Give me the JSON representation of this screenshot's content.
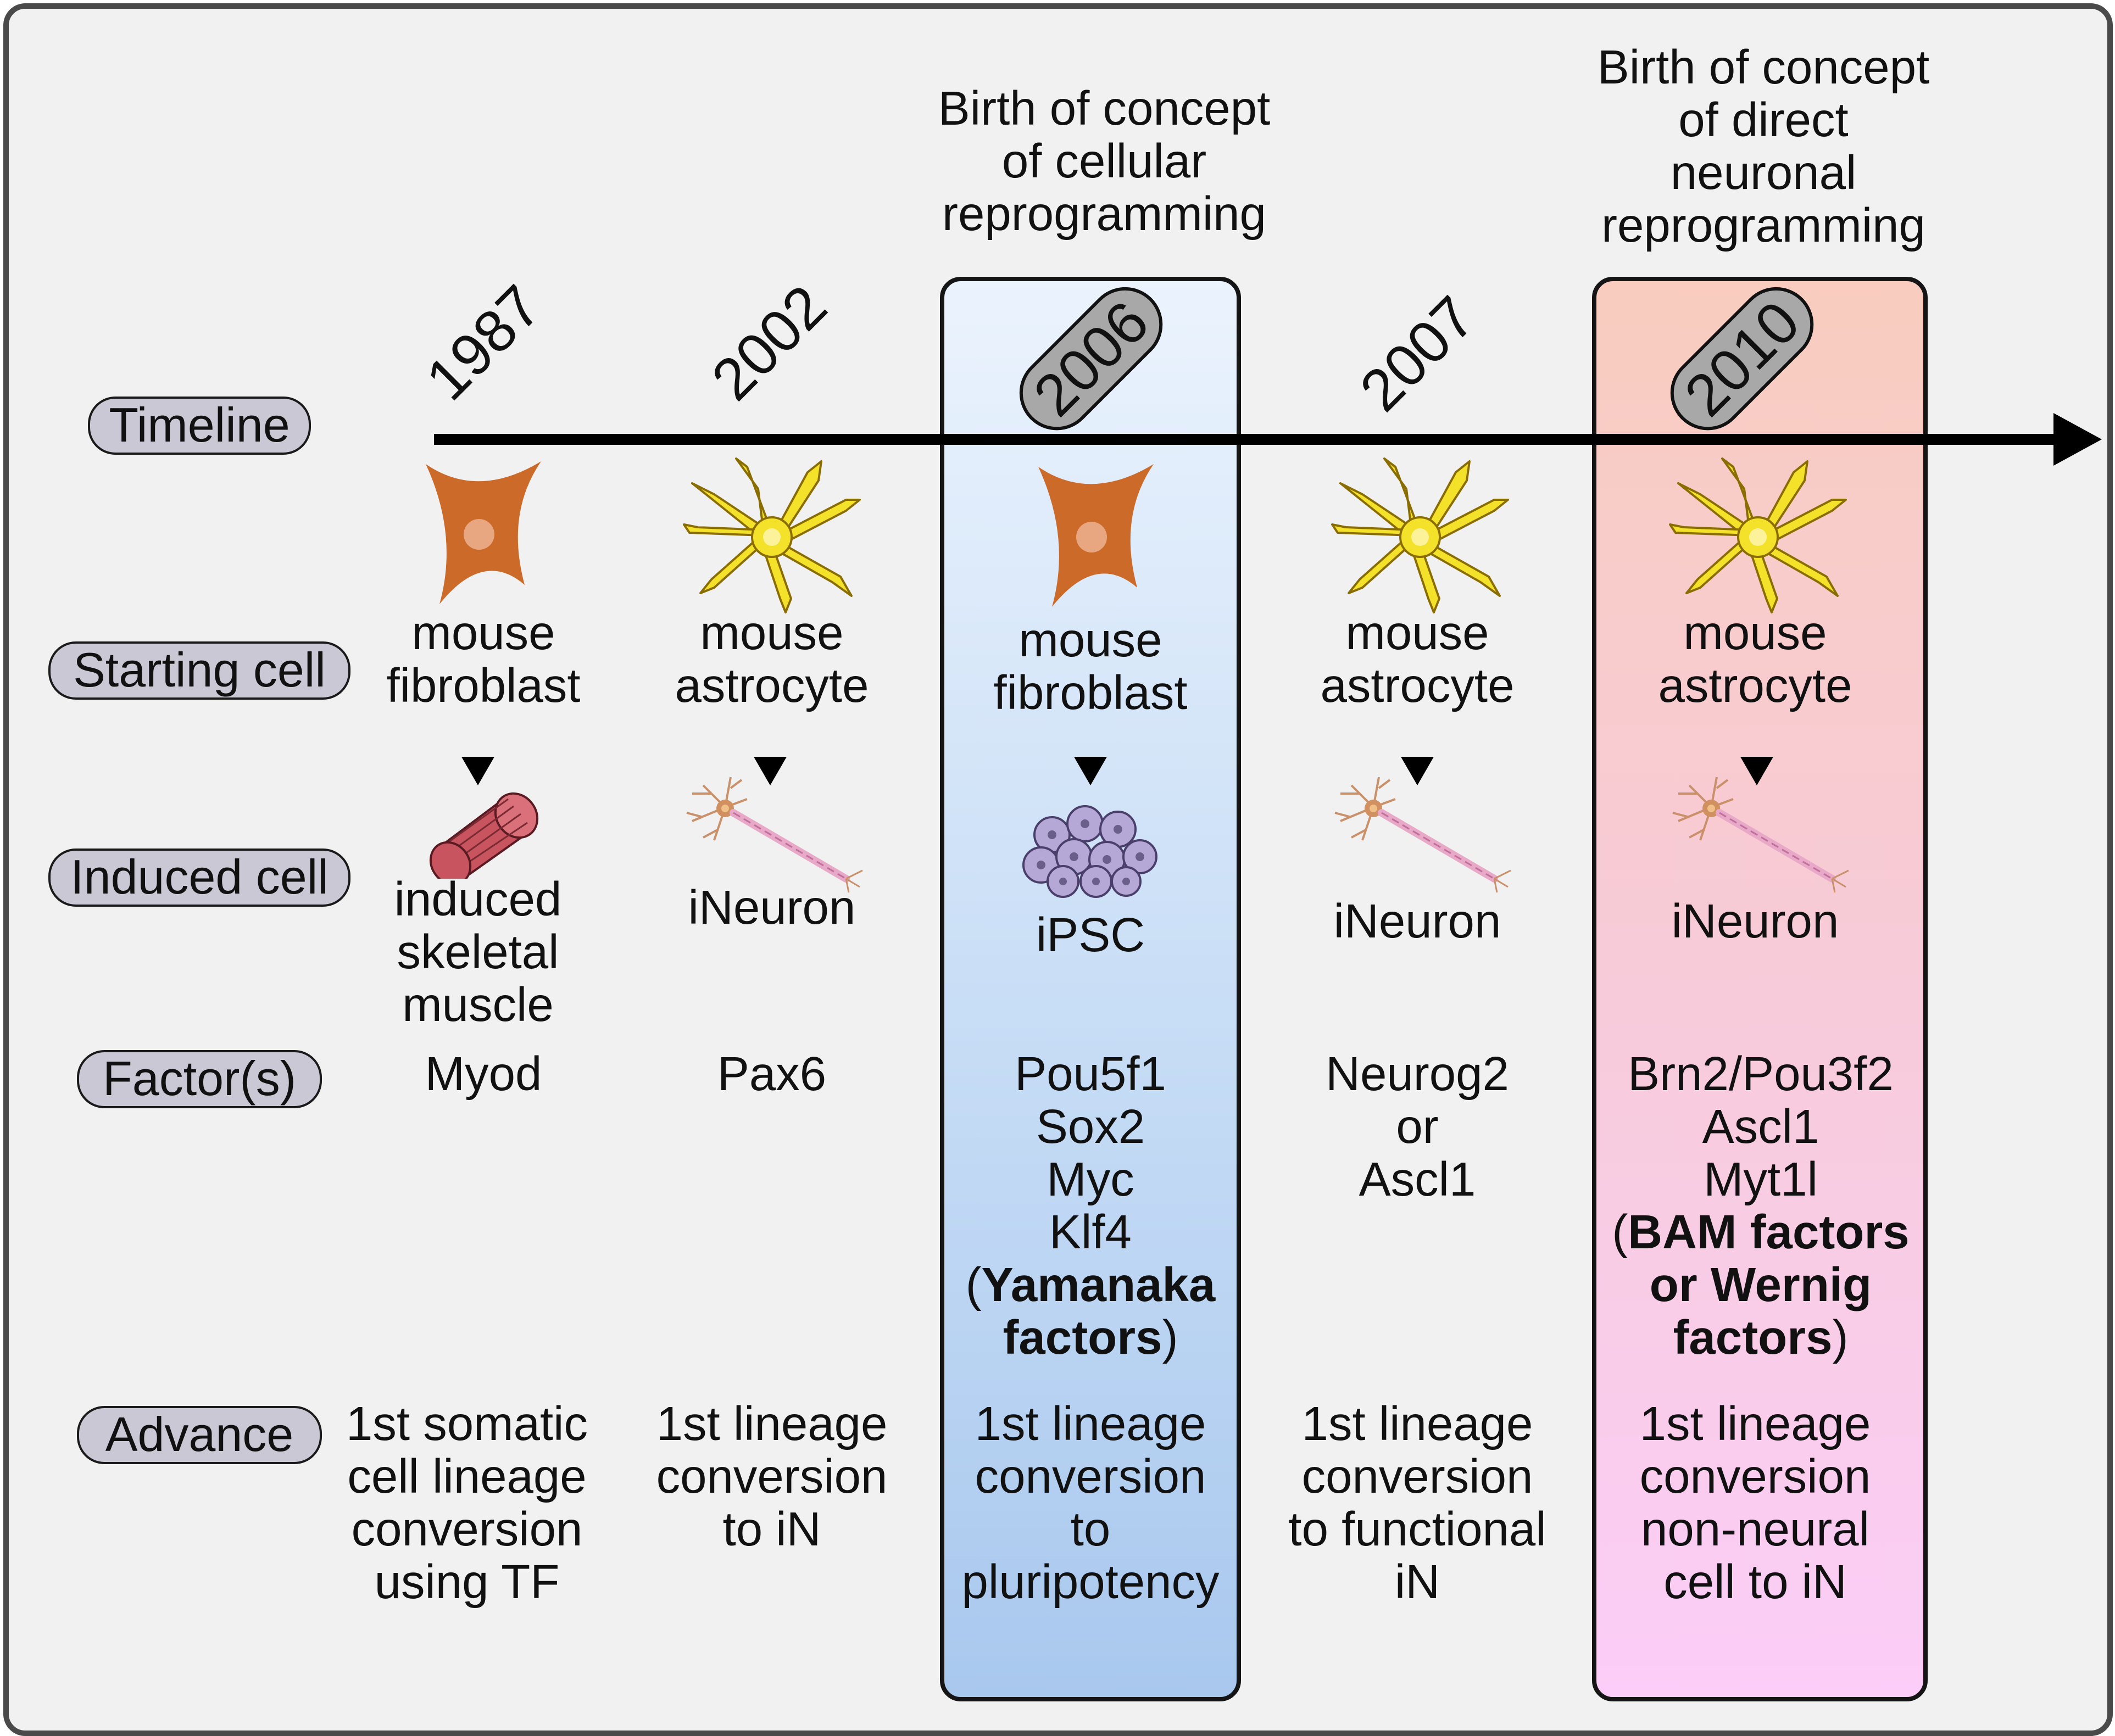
{
  "rows": {
    "timeline": "Timeline",
    "starting_cell": "Starting cell",
    "induced_cell": "Induced cell",
    "factors": "Factor(s)",
    "advance": "Advance"
  },
  "concepts": {
    "cellular": [
      "Birth of concept",
      "of cellular",
      "reprogramming"
    ],
    "neuronal": [
      "Birth of concept",
      "of direct",
      "neuronal",
      "reprogramming"
    ]
  },
  "columns": [
    {
      "year": "1987",
      "starting": [
        "mouse",
        "fibroblast"
      ],
      "induced": [
        "induced",
        "skeletal",
        "muscle"
      ],
      "factors": [
        "Myod"
      ],
      "advance": [
        "1st somatic",
        "cell lineage",
        "conversion",
        "using TF"
      ]
    },
    {
      "year": "2002",
      "starting": [
        "mouse",
        "astrocyte"
      ],
      "induced": [
        "iNeuron"
      ],
      "factors": [
        "Pax6"
      ],
      "advance": [
        "1st lineage",
        "conversion",
        "to iN"
      ]
    },
    {
      "year": "2006",
      "starting": [
        "mouse",
        "fibroblast"
      ],
      "induced": [
        "iPSC"
      ],
      "factors": [
        "Pou5f1",
        "Sox2",
        "Myc",
        "Klf4"
      ],
      "factor_note": {
        "open": "(",
        "bold1": "Yamanaka",
        "bold2": "factors",
        "close": ")"
      },
      "advance": [
        "1st lineage",
        "conversion",
        "to",
        "pluripotency"
      ]
    },
    {
      "year": "2007",
      "starting": [
        "mouse",
        "astrocyte"
      ],
      "induced": [
        "iNeuron"
      ],
      "factors": [
        "Neurog2",
        "or",
        "Ascl1"
      ],
      "advance": [
        "1st lineage",
        "conversion",
        "to functional",
        "iN"
      ]
    },
    {
      "year": "2010",
      "starting": [
        "mouse",
        "astrocyte"
      ],
      "induced": [
        "iNeuron"
      ],
      "factors": [
        "Brn2/Pou3f2",
        "Ascl1",
        "Myt1l"
      ],
      "factor_note": {
        "open": "(",
        "bold1": "BAM factors",
        "bold2": "or Wernig",
        "bold3": "factors",
        "close": ")"
      },
      "advance": [
        "1st lineage",
        "conversion",
        "non-neural",
        "cell to iN"
      ]
    }
  ],
  "colors": {
    "background": "#f1f1f1",
    "frame": "#4a4a4a",
    "label_pill": "#cbc8d6",
    "year_pill": "#a8a8a8",
    "fibroblast": "#cc6a2a",
    "astrocyte": "#f4e12a",
    "neuron": "#c9906a",
    "muscle": "#c8545f",
    "ipsc": "#b6a8d6",
    "box_2006": "#c9def6",
    "box_2010": "#f7cbd9"
  },
  "icons": [
    "fibroblast-icon",
    "astrocyte-icon",
    "neuron-icon",
    "muscle-icon",
    "ipsc-cluster-icon"
  ]
}
